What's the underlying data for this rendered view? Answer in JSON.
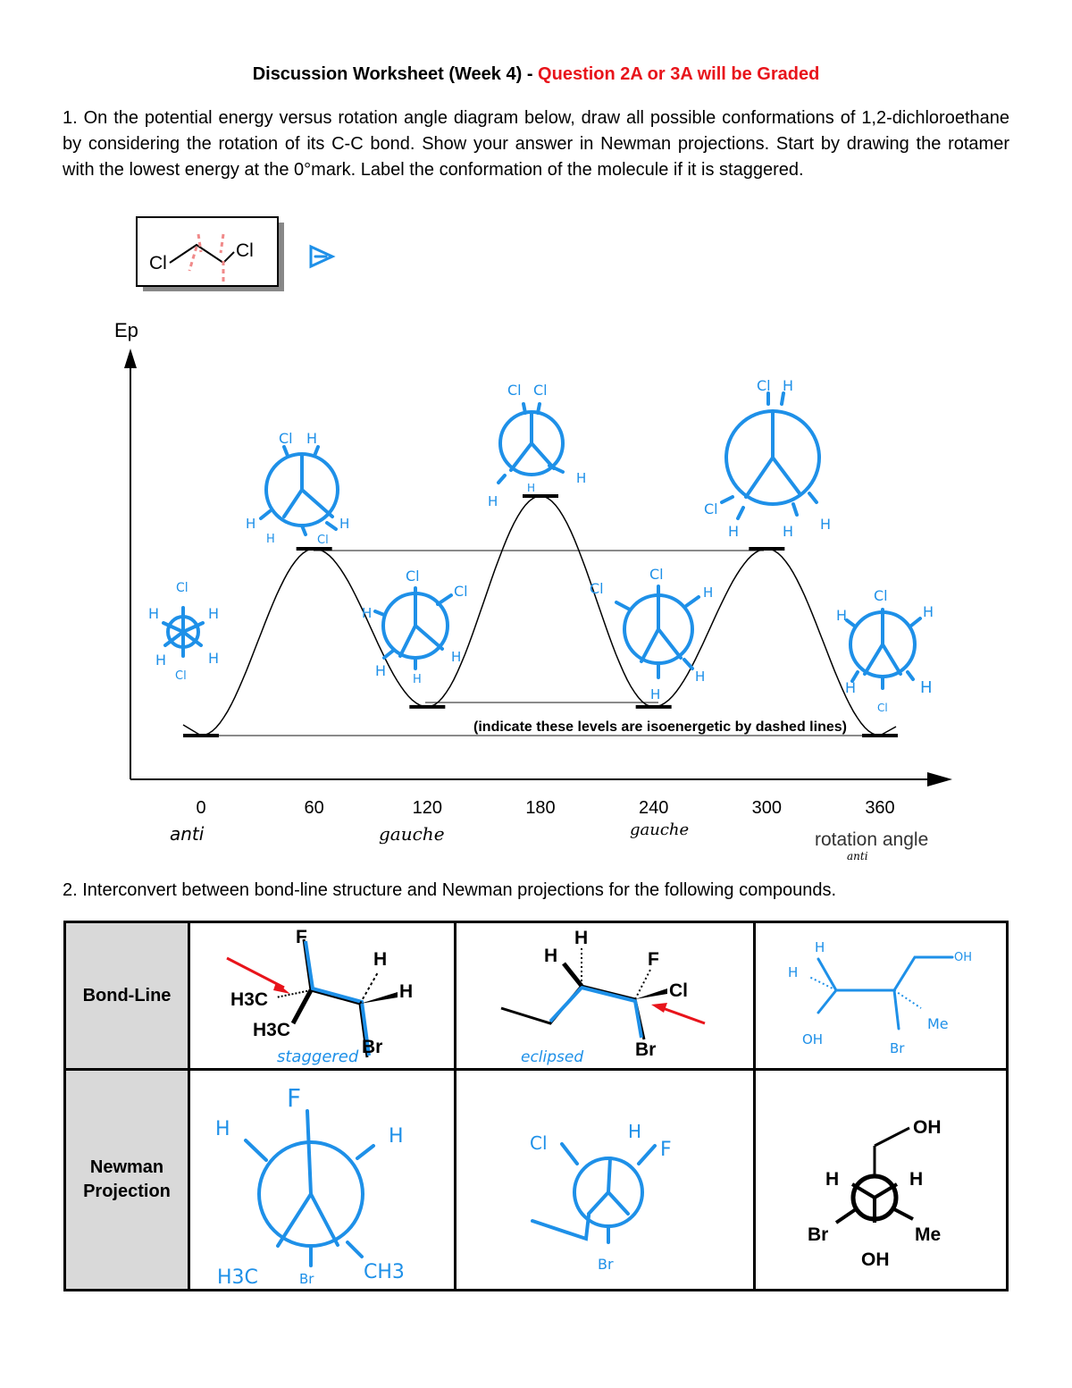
{
  "header": {
    "title_black": "Discussion Worksheet (Week 4) - ",
    "title_red": "Question 2A or 3A will be Graded"
  },
  "question1": {
    "text": "1. On the potential energy versus rotation angle diagram below, draw all possible conformations of 1,2-dichloroethane by considering the rotation of its C-C bond. Show your answer in Newman projections. Start by drawing the rotamer with the lowest energy at the 0°mark. Label the conformation of the molecule if it is staggered."
  },
  "molecule_box": {
    "left_atom": "Cl",
    "right_atom": "Cl"
  },
  "chart_data": {
    "type": "line",
    "ylabel": "Ep",
    "xlabel": "rotation angle",
    "x_ticks": [
      "0",
      "60",
      "120",
      "180",
      "240",
      "300",
      "360"
    ],
    "x": [
      0,
      60,
      120,
      180,
      240,
      300,
      360
    ],
    "relative_energy": [
      0,
      0.78,
      0.12,
      1.0,
      0.12,
      0.78,
      0
    ],
    "energy_levels": [
      "low",
      "high",
      "gauche",
      "highest",
      "gauche",
      "high",
      "low"
    ],
    "annotation": "(indicate these levels are isoenergetic by dashed lines)",
    "handwritten_labels": [
      "anti",
      "gauche",
      "gauche",
      "anti"
    ]
  },
  "newman_labels": {
    "n0": {
      "front_top": "Cl",
      "left": "H",
      "right": "H",
      "lower_left": "H",
      "bottom": "Cl",
      "lower_right": "H"
    },
    "n60": {
      "top_left": "Cl",
      "top_right": "H",
      "left": "H",
      "left2": "H",
      "bottom": "Cl",
      "right": "H"
    },
    "n120": {
      "top": "Cl",
      "top_right": "Cl",
      "left": "H",
      "lower_left": "H",
      "bottom": "H",
      "right": "H"
    },
    "n180": {
      "top_left": "Cl",
      "top_right": "Cl",
      "left": "H",
      "bottom": "H",
      "right": "H"
    },
    "n240": {
      "top": "Cl",
      "left": "Cl",
      "right": "H",
      "bottom": "H",
      "lower_right": "H"
    },
    "n300": {
      "top_left": "Cl",
      "top_right": "H",
      "left": "Cl",
      "bottom_left": "H",
      "bottom_right": "H",
      "right": "H"
    },
    "n360": {
      "top": "Cl",
      "left": "H",
      "right": "H",
      "lower_left": "H",
      "bottom": "Cl",
      "lower_right": "H"
    }
  },
  "question2": {
    "text": "2. Interconvert between bond-line structure and Newman projections for the following compounds."
  },
  "table": {
    "row1_header": "Bond-Line",
    "row2_header_line1": "Newman",
    "row2_header_line2": "Projection",
    "c1": {
      "F": "F",
      "H1": "H",
      "H2": "H",
      "H3C1": "H3C",
      "H3C2": "H3C",
      "Br": "Br",
      "note": "staggered"
    },
    "c2": {
      "H1": "H",
      "H2": "H",
      "F": "F",
      "Cl": "Cl",
      "Br": "Br",
      "note": "eclipsed"
    },
    "c3": {
      "H": "H",
      "OH_top": "OH",
      "OH": "OH",
      "Me": "Me",
      "Br": "Br"
    },
    "n1": {
      "F": "F",
      "H1": "H",
      "H2": "H",
      "H3C": "H3C",
      "Br": "Br",
      "CH3": "CH3"
    },
    "n2": {
      "Cl": "Cl",
      "H": "H",
      "F": "F",
      "Br": "Br"
    },
    "n3": {
      "OH_top": "OH",
      "H1": "H",
      "H2": "H",
      "Br": "Br",
      "Me": "Me",
      "OH_bottom": "OH"
    }
  }
}
